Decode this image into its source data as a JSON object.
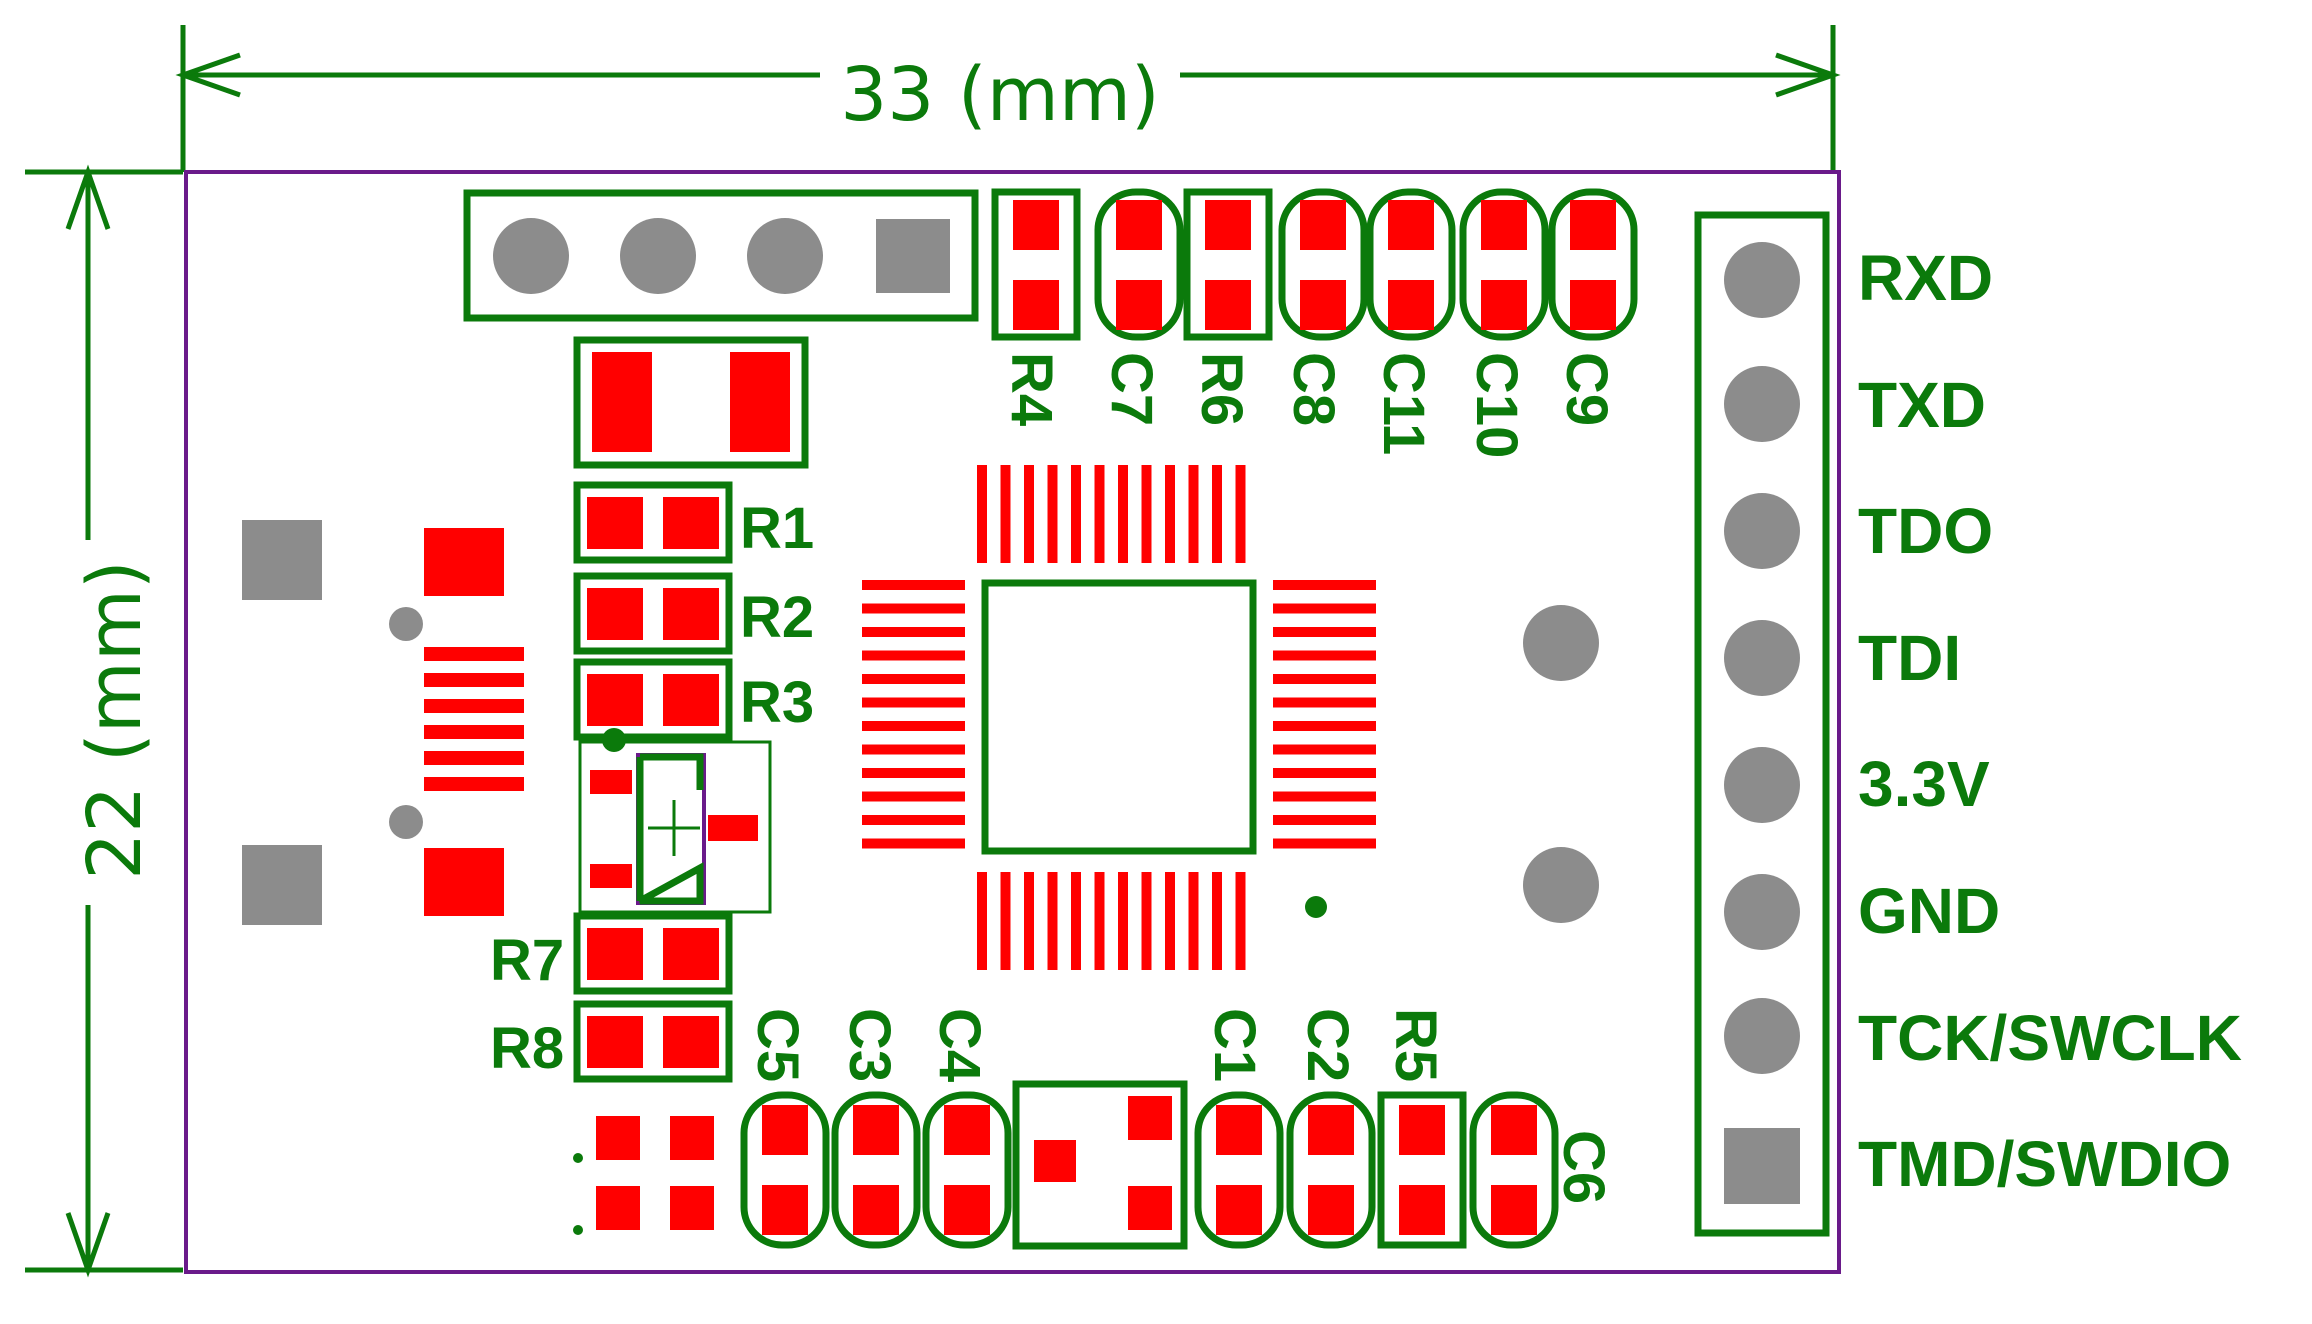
{
  "dimensions": {
    "width_label": "33 (mm)",
    "height_label": "22 (mm)"
  },
  "header_pins": [
    "RXD",
    "TXD",
    "TDO",
    "TDI",
    "3.3V",
    "GND",
    "TCK/SWCLK",
    "TMD/SWDIO"
  ],
  "components": {
    "top_row": [
      "R4",
      "C7",
      "R6",
      "C8",
      "C11",
      "C10",
      "C9"
    ],
    "left_resistors": [
      "R1",
      "R2",
      "R3"
    ],
    "lower_left": [
      "R7",
      "R8"
    ],
    "bottom_row": [
      "C5",
      "C3",
      "C4",
      "C1",
      "C2",
      "R5"
    ],
    "right_cap": "C6"
  },
  "colors": {
    "silkscreen": "#0b7a0b",
    "copper_pad": "#ff0000",
    "through_hole": "#8c8c8c",
    "board_outline": "#6a1a8a"
  }
}
